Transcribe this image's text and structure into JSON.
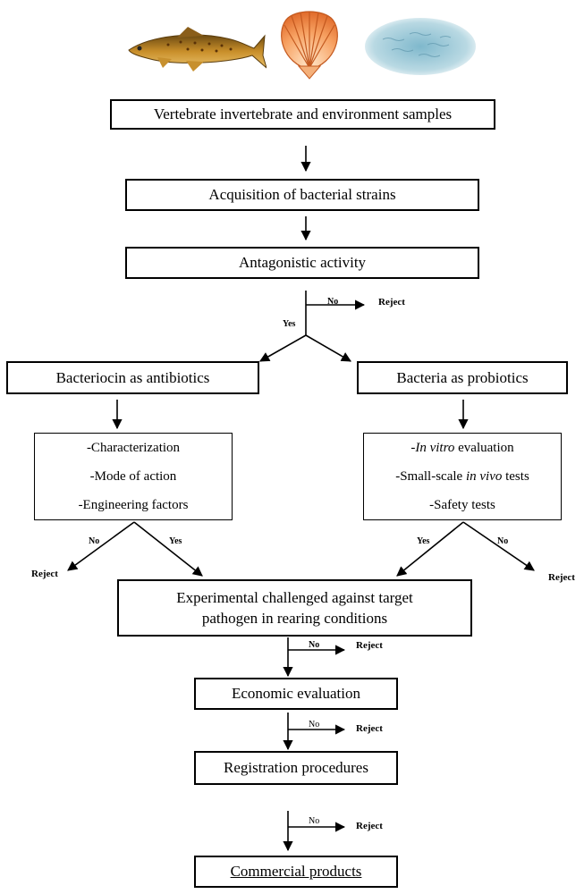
{
  "images": {
    "fish": "trout-fish-image",
    "shell": "scallop-shell-image",
    "water": "sea-water-image"
  },
  "boxes": {
    "samples": "Vertebrate invertebrate and environment samples",
    "acquisition": "Acquisition of bacterial strains",
    "antagonistic": "Antagonistic activity",
    "bacteriocin": "Bacteriocin as antibiotics",
    "probiotics": "Bacteria as probiotics",
    "bacteriocin_steps": [
      "-Characterization",
      "-Mode of action",
      "-Engineering factors"
    ],
    "probiotics_steps": {
      "in_vitro_em": "In vitro",
      "in_vitro_rest": " evaluation",
      "small_scale_pre": "-Small-scale ",
      "small_scale_em": "in vivo",
      "small_scale_post": " tests",
      "safety": "-Safety tests",
      "dash": "-"
    },
    "challenge_line1": "Experimental challenged against target",
    "challenge_line2": "pathogen in rearing conditions",
    "economic": "Economic evaluation",
    "registration": "Registration procedures",
    "commercial": "Commercial products"
  },
  "labels": {
    "no": "No",
    "yes": "Yes",
    "reject": "Reject"
  }
}
